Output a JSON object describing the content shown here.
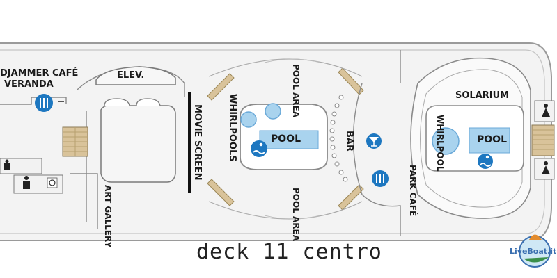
{
  "caption": "deck 11 centro",
  "brand": "LiveBoat.it",
  "labels": {
    "windjammer": "DJAMMER CAFÉ",
    "veranda": "VERANDA",
    "elev": "ELEV.",
    "movie_screen": "MOVIE SCREEN",
    "whirlpools": "WHIRLPOOLS",
    "pool_area_top": "POOL AREA",
    "pool_area_bottom": "POOL AREA",
    "pool_main": "POOL",
    "bar": "BAR",
    "park_cafe": "PARK CAFÉ",
    "solarium": "SOLARIUM",
    "whirlpool": "WHIRLPOOL",
    "pool_solarium": "POOL",
    "art_gallery": "ART GALLERY"
  },
  "colors": {
    "water": "#a9d3ee",
    "water_dark": "#6aa9d8",
    "icon_blue": "#1d77c0",
    "wood": "#d9c39a",
    "wall": "#8a8a8a",
    "fill": "#efefef"
  },
  "icons": [
    "dining-icon",
    "swim-icon",
    "cocktail-icon",
    "men-restroom-icon",
    "women-restroom-icon",
    "accessible-icon"
  ]
}
